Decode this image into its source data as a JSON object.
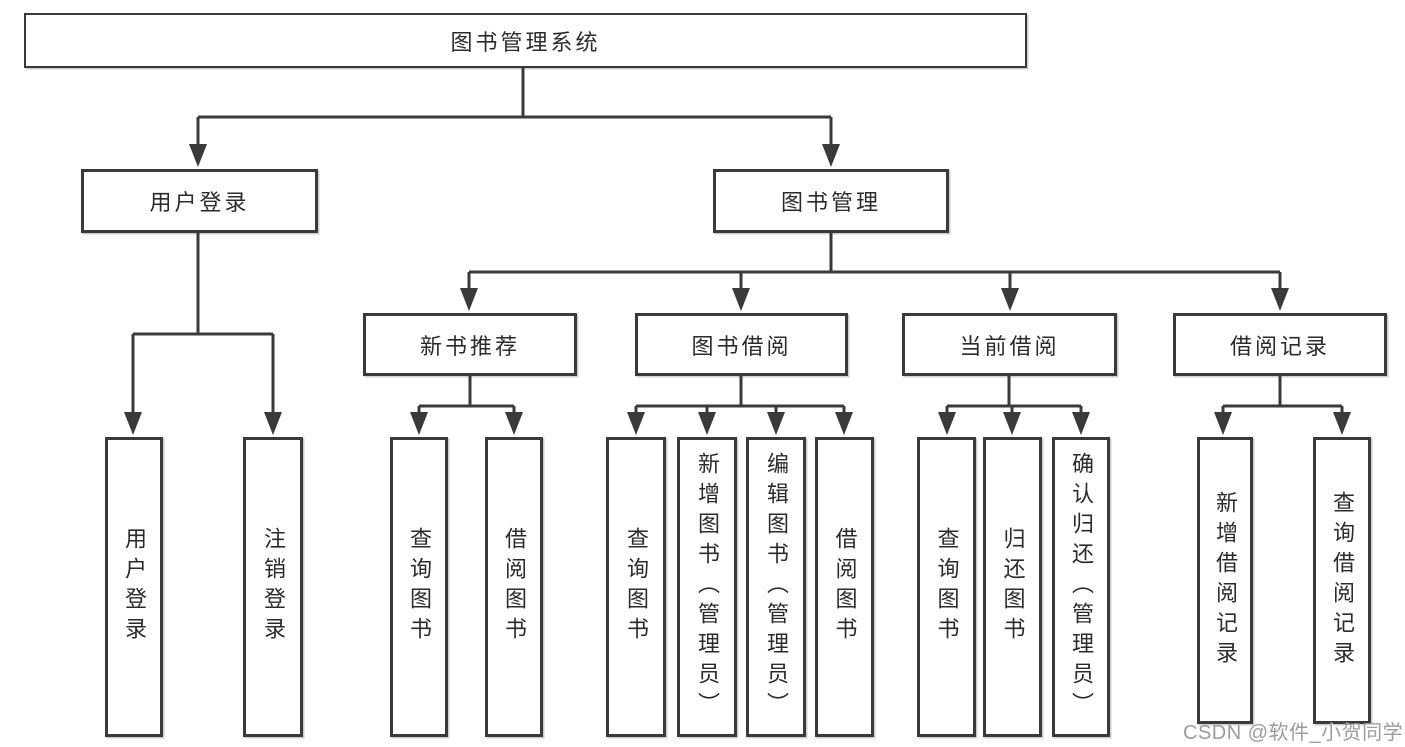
{
  "diagram": {
    "title": "图书管理系统",
    "root": {
      "label": "图书管理系统"
    },
    "level1": [
      {
        "label": "用户登录"
      },
      {
        "label": "图书管理"
      }
    ],
    "level2": [
      {
        "label": "新书推荐",
        "parent": "图书管理"
      },
      {
        "label": "图书借阅",
        "parent": "图书管理"
      },
      {
        "label": "当前借阅",
        "parent": "图书管理"
      },
      {
        "label": "借阅记录",
        "parent": "图书管理"
      }
    ],
    "leaves": [
      {
        "label": "用户登录",
        "parent": "用户登录"
      },
      {
        "label": "注销登录",
        "parent": "用户登录"
      },
      {
        "label": "查询图书",
        "parent": "新书推荐"
      },
      {
        "label": "借阅图书",
        "parent": "新书推荐"
      },
      {
        "label": "查询图书",
        "parent": "图书借阅"
      },
      {
        "label": "新增图书（管理员）",
        "parent": "图书借阅"
      },
      {
        "label": "编辑图书（管理员）",
        "parent": "图书借阅"
      },
      {
        "label": "借阅图书",
        "parent": "图书借阅"
      },
      {
        "label": "查询图书",
        "parent": "当前借阅"
      },
      {
        "label": "归还图书",
        "parent": "当前借阅"
      },
      {
        "label": "确认归还（管理员）",
        "parent": "当前借阅"
      },
      {
        "label": "新增借阅记录",
        "parent": "借阅记录"
      },
      {
        "label": "查询借阅记录",
        "parent": "借阅记录"
      }
    ]
  },
  "watermark": {
    "text": "CSDN @软件_小贺同学"
  },
  "colors": {
    "line": "#3a3a3a",
    "text": "#2b2b2b",
    "box_fill": "#ffffff",
    "background": "#ffffff",
    "watermark": "#9c9c9c"
  }
}
